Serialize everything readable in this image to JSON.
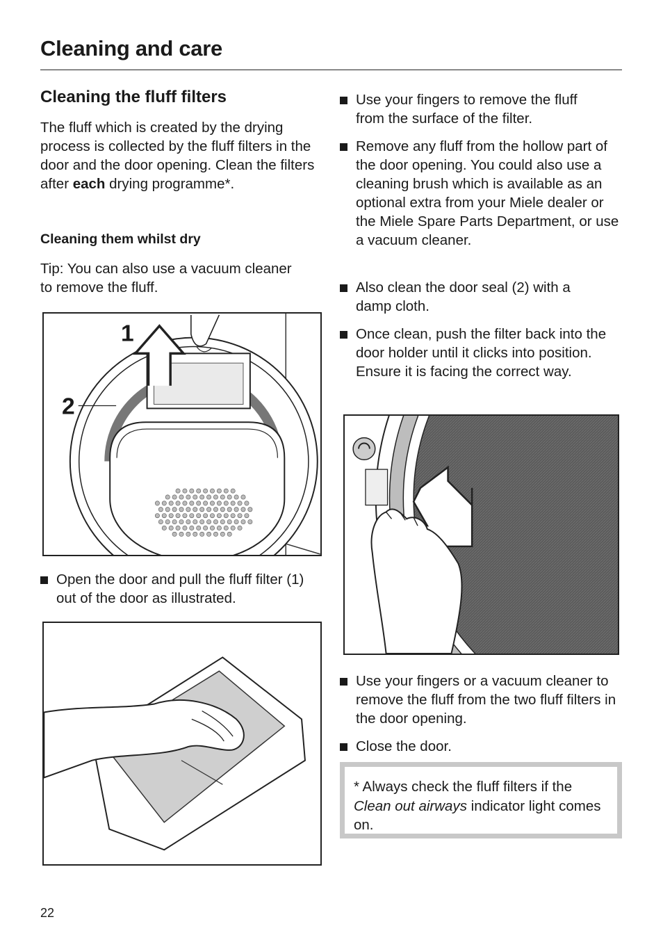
{
  "header": {
    "title": "Cleaning and care"
  },
  "section": {
    "title": "Cleaning the fluff filters",
    "intro": {
      "before": "The fluff which is created by the drying process is collected by the fluff filters in the door and the door opening. Clean the filters after ",
      "bold": "each",
      "after": " drying programme*."
    },
    "subheading": "Cleaning them whilst dry",
    "tip": "Tip: You can also use a vacuum cleaner to remove the fluff."
  },
  "figure1": {
    "label_1": "1",
    "label_2": "2"
  },
  "bullets_left": [
    "Open the door and pull the fluff filter (1) out of the door as illustrated."
  ],
  "bullets_right_top": [
    "Use your fingers to remove the fluff from the surface of the filter.",
    "Remove any fluff from the hollow part of the door opening. You could also use a cleaning brush which is available as an optional extra from your Miele dealer or the Miele Spare Parts Department, or use a vacuum cleaner.",
    "Also clean the door seal (2) with a damp cloth.",
    "Once clean, push the filter back into the door holder until it clicks into position. Ensure it is facing the correct way."
  ],
  "bullets_right_bottom": [
    "Use your fingers or a vacuum cleaner to remove the fluff from the two fluff filters in the door opening.",
    "Close the door."
  ],
  "note": {
    "prefix": "* Always check the fluff filters if the ",
    "italic": "Clean out airways",
    "suffix": " indicator light comes on."
  },
  "page_number": "22"
}
